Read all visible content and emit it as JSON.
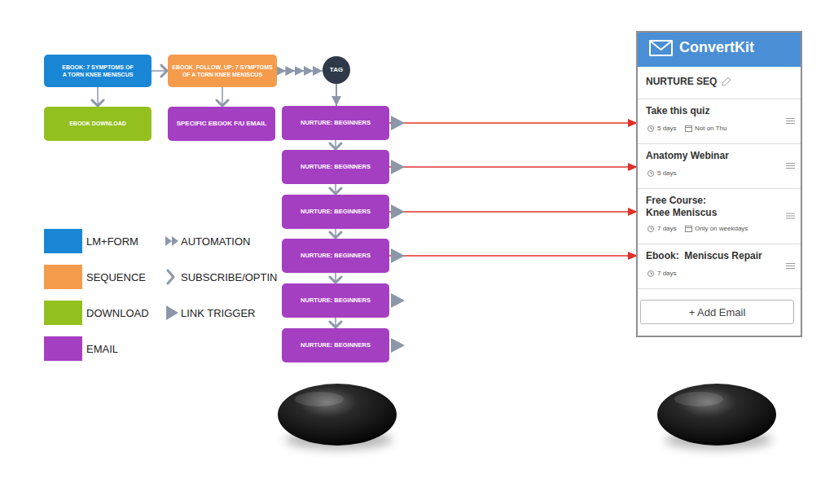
{
  "diagram": {
    "nodes": [
      {
        "text": [
          "EBOOK: 7 SYMPTOMS OF A TORN KNEE MENISCUS"
        ]
      },
      {
        "text": [
          "EBOOK_FOLLOW_UP: 7 SYMPTOMS OF A TORN KNEE MENISCUS"
        ]
      },
      {
        "text": [
          "TAG"
        ]
      },
      {
        "text": [
          "EBOOK DOWNLOAD"
        ]
      },
      {
        "text": [
          "SPECIFIC EBOOK F/U EMAIL"
        ]
      },
      {
        "text": [
          "NURTURE: BEGINNERS"
        ]
      },
      {
        "text": [
          "NURTURE: BEGINNERS"
        ]
      },
      {
        "text": [
          "NURTURE: BEGINNERS"
        ]
      },
      {
        "text": [
          "NURTURE: BEGINNERS"
        ]
      },
      {
        "text": [
          "NURTURE: BEGINNERS"
        ]
      },
      {
        "text": [
          "NURTURE: BEGINNERS"
        ]
      },
      {
        "text": [
          "ConvertKit",
          "NURTURE SEQ"
        ]
      },
      {
        "text": [
          "Take this quiz",
          "5 days",
          "Not on Thu"
        ],
        "in": 11
      },
      {
        "text": [
          "Anatomy Webinar",
          "5 days"
        ],
        "in": 11
      },
      {
        "text": [
          "Free Course: Knee Meniscus",
          "7 days",
          "Only on weekdays"
        ],
        "in": 11
      },
      {
        "text": [
          "Ebook:  Meniscus Repair",
          "7 days"
        ],
        "in": 11
      },
      {
        "text": [
          "+ Add Email"
        ],
        "in": 11
      }
    ],
    "edges": [
      {
        "from": 0,
        "to": 1,
        "arrow": "to"
      },
      {
        "from": 1,
        "to": 2,
        "arrow": "to"
      },
      {
        "from": 0,
        "to": 3,
        "arrow": "to"
      },
      {
        "from": 1,
        "to": 4,
        "arrow": "to"
      },
      {
        "from": 2,
        "to": 5,
        "arrow": "to"
      },
      {
        "from": 5,
        "to": 6,
        "arrow": "to"
      },
      {
        "from": 6,
        "to": 7,
        "arrow": "to"
      },
      {
        "from": 7,
        "to": 8,
        "arrow": "to"
      },
      {
        "from": 8,
        "to": 9,
        "arrow": "to"
      },
      {
        "from": 9,
        "to": 10,
        "arrow": "to"
      },
      {
        "from": 5,
        "to": 12,
        "arrow": "to"
      },
      {
        "from": 6,
        "to": 13,
        "arrow": "to"
      },
      {
        "from": 7,
        "to": 14,
        "arrow": "to"
      },
      {
        "from": 8,
        "to": 15,
        "arrow": "to"
      }
    ],
    "legend": [
      {
        "text": "LM+FORM",
        "color": "#1a87d6"
      },
      {
        "text": "AUTOMATION"
      },
      {
        "text": "SEQUENCE",
        "color": "#f59b4c"
      },
      {
        "text": "SUBSCRIBE/OPTIN"
      },
      {
        "text": "DOWNLOAD",
        "color": "#93c01f"
      },
      {
        "text": "LINK TRIGGER"
      },
      {
        "text": "EMAIL",
        "color": "#a53fc2"
      }
    ]
  }
}
